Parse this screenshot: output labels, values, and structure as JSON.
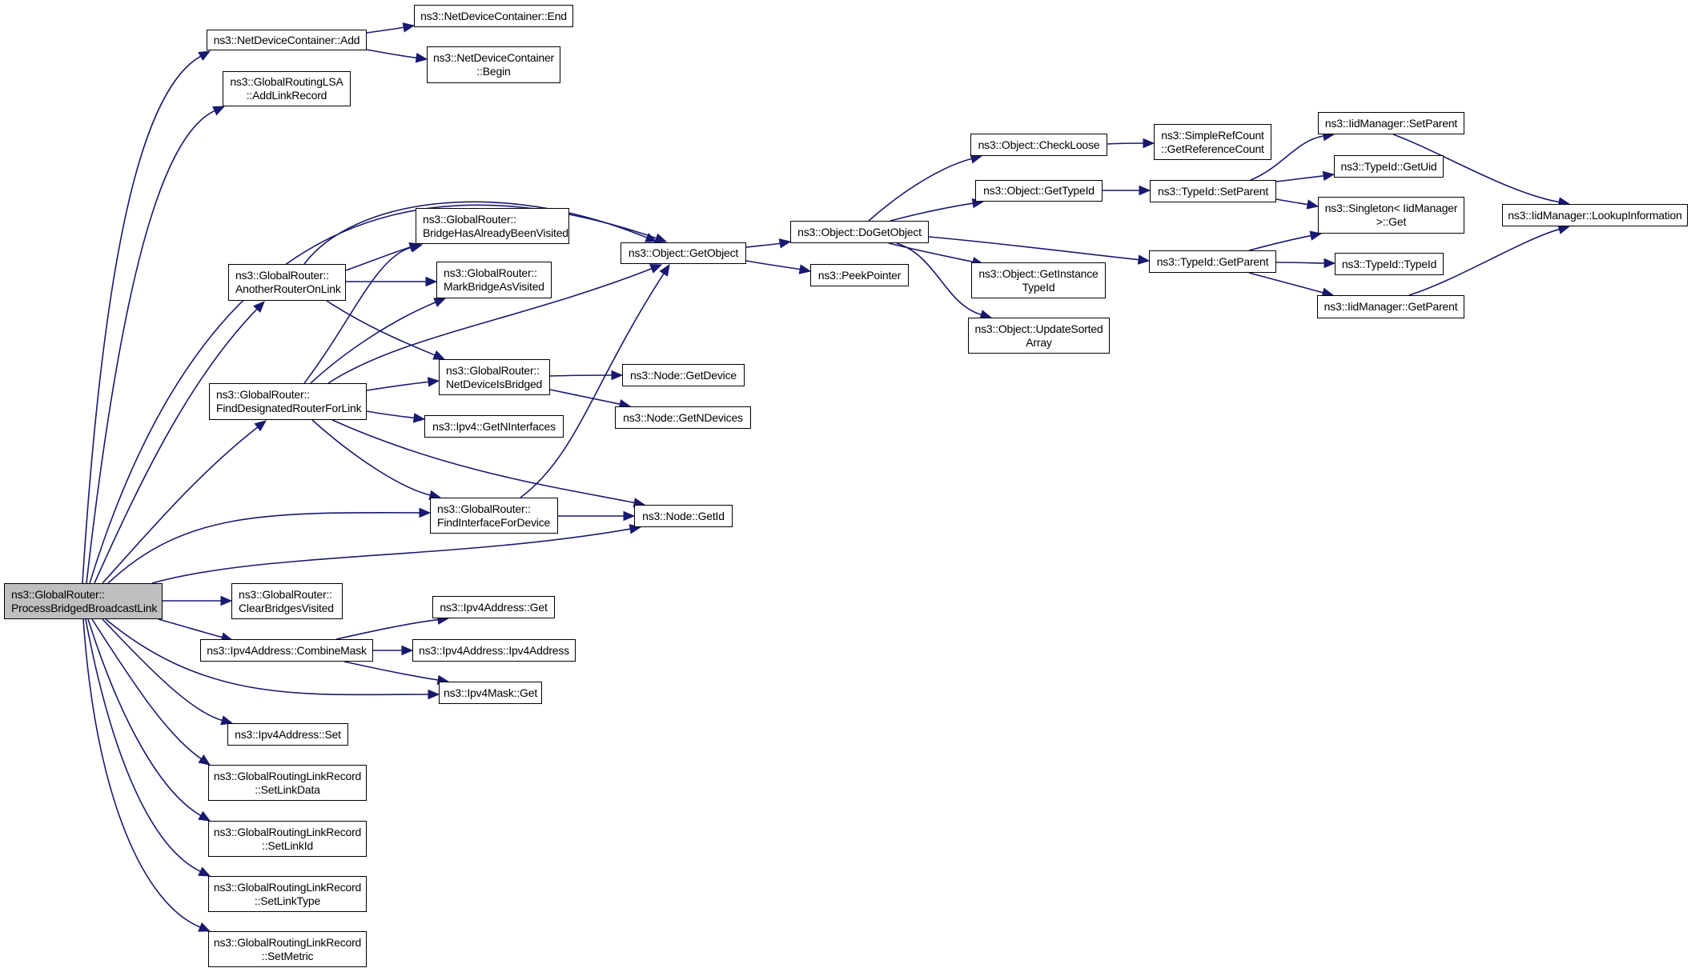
{
  "diagram": {
    "type": "call-graph",
    "root": "ProcessBridgedBroadcastLink",
    "colors": {
      "edge": "#191970",
      "root_fill": "#bfbfbf",
      "node_fill": "#ffffff",
      "border": "#000000"
    },
    "nodes": [
      {
        "id": "ProcessBridgedBroadcastLink",
        "lines": [
          "ns3::GlobalRouter::",
          "ProcessBridgedBroadcastLink"
        ],
        "root": true
      },
      {
        "id": "NDC_Add",
        "lines": [
          "ns3::NetDeviceContainer::Add"
        ]
      },
      {
        "id": "NDC_End",
        "lines": [
          "ns3::NetDeviceContainer::End"
        ]
      },
      {
        "id": "NDC_Begin",
        "lines": [
          "ns3::NetDeviceContainer",
          "::Begin"
        ]
      },
      {
        "id": "AddLinkRecord",
        "lines": [
          "ns3::GlobalRoutingLSA",
          "::AddLinkRecord"
        ]
      },
      {
        "id": "BridgeHasAlreadyBeenVisited",
        "lines": [
          "ns3::GlobalRouter::",
          "BridgeHasAlreadyBeenVisited"
        ]
      },
      {
        "id": "AnotherRouterOnLink",
        "lines": [
          "ns3::GlobalRouter::",
          "AnotherRouterOnLink"
        ]
      },
      {
        "id": "MarkBridgeAsVisited",
        "lines": [
          "ns3::GlobalRouter::",
          "MarkBridgeAsVisited"
        ]
      },
      {
        "id": "GetObject",
        "lines": [
          "ns3::Object::GetObject"
        ]
      },
      {
        "id": "DoGetObject",
        "lines": [
          "ns3::Object::DoGetObject"
        ]
      },
      {
        "id": "PeekPointer",
        "lines": [
          "ns3::PeekPointer"
        ]
      },
      {
        "id": "CheckLoose",
        "lines": [
          "ns3::Object::CheckLoose"
        ]
      },
      {
        "id": "GetReferenceCount",
        "lines": [
          "ns3::SimpleRefCount",
          "::GetReferenceCount"
        ]
      },
      {
        "id": "Object_GetTypeId",
        "lines": [
          "ns3::Object::GetTypeId"
        ]
      },
      {
        "id": "TypeId_SetParent",
        "lines": [
          "ns3::TypeId::SetParent"
        ]
      },
      {
        "id": "IidManager_SetParent",
        "lines": [
          "ns3::IidManager::SetParent"
        ]
      },
      {
        "id": "TypeId_GetUid",
        "lines": [
          "ns3::TypeId::GetUid"
        ]
      },
      {
        "id": "Singleton_Get",
        "lines": [
          "ns3::Singleton< IidManager",
          ">::Get"
        ]
      },
      {
        "id": "LookupInformation",
        "lines": [
          "ns3::IidManager::LookupInformation"
        ]
      },
      {
        "id": "TypeId_GetParent",
        "lines": [
          "ns3::TypeId::GetParent"
        ]
      },
      {
        "id": "TypeId_TypeId",
        "lines": [
          "ns3::TypeId::TypeId"
        ]
      },
      {
        "id": "IidManager_GetParent",
        "lines": [
          "ns3::IidManager::GetParent"
        ]
      },
      {
        "id": "GetInstanceTypeId",
        "lines": [
          "ns3::Object::GetInstance",
          "TypeId"
        ]
      },
      {
        "id": "UpdateSortedArray",
        "lines": [
          "ns3::Object::UpdateSorted",
          "Array"
        ]
      },
      {
        "id": "FindDesignatedRouterForLink",
        "lines": [
          "ns3::GlobalRouter::",
          "FindDesignatedRouterForLink"
        ]
      },
      {
        "id": "NetDeviceIsBridged",
        "lines": [
          "ns3::GlobalRouter::",
          "NetDeviceIsBridged"
        ]
      },
      {
        "id": "GetNInterfaces",
        "lines": [
          "ns3::Ipv4::GetNInterfaces"
        ]
      },
      {
        "id": "Node_GetDevice",
        "lines": [
          "ns3::Node::GetDevice"
        ]
      },
      {
        "id": "Node_GetNDevices",
        "lines": [
          "ns3::Node::GetNDevices"
        ]
      },
      {
        "id": "FindInterfaceForDevice",
        "lines": [
          "ns3::GlobalRouter::",
          "FindInterfaceForDevice"
        ]
      },
      {
        "id": "Node_GetId",
        "lines": [
          "ns3::Node::GetId"
        ]
      },
      {
        "id": "ClearBridgesVisited",
        "lines": [
          "ns3::GlobalRouter::",
          "ClearBridgesVisited"
        ]
      },
      {
        "id": "Ipv4Address_Get",
        "lines": [
          "ns3::Ipv4Address::Get"
        ]
      },
      {
        "id": "CombineMask",
        "lines": [
          "ns3::Ipv4Address::CombineMask"
        ]
      },
      {
        "id": "Ipv4Address_Ctor",
        "lines": [
          "ns3::Ipv4Address::Ipv4Address"
        ]
      },
      {
        "id": "Ipv4Mask_Get",
        "lines": [
          "ns3::Ipv4Mask::Get"
        ]
      },
      {
        "id": "Ipv4Address_Set",
        "lines": [
          "ns3::Ipv4Address::Set"
        ]
      },
      {
        "id": "SetLinkData",
        "lines": [
          "ns3::GlobalRoutingLinkRecord",
          "::SetLinkData"
        ]
      },
      {
        "id": "SetLinkId",
        "lines": [
          "ns3::GlobalRoutingLinkRecord",
          "::SetLinkId"
        ]
      },
      {
        "id": "SetLinkType",
        "lines": [
          "ns3::GlobalRoutingLinkRecord",
          "::SetLinkType"
        ]
      },
      {
        "id": "SetMetric",
        "lines": [
          "ns3::GlobalRoutingLinkRecord",
          "::SetMetric"
        ]
      }
    ],
    "edges": [
      [
        "ProcessBridgedBroadcastLink",
        "NDC_Add"
      ],
      [
        "ProcessBridgedBroadcastLink",
        "AddLinkRecord"
      ],
      [
        "ProcessBridgedBroadcastLink",
        "GetObject"
      ],
      [
        "ProcessBridgedBroadcastLink",
        "AnotherRouterOnLink"
      ],
      [
        "ProcessBridgedBroadcastLink",
        "FindDesignatedRouterForLink"
      ],
      [
        "ProcessBridgedBroadcastLink",
        "FindInterfaceForDevice"
      ],
      [
        "ProcessBridgedBroadcastLink",
        "Node_GetId"
      ],
      [
        "ProcessBridgedBroadcastLink",
        "ClearBridgesVisited"
      ],
      [
        "ProcessBridgedBroadcastLink",
        "CombineMask"
      ],
      [
        "ProcessBridgedBroadcastLink",
        "Ipv4Mask_Get"
      ],
      [
        "ProcessBridgedBroadcastLink",
        "Ipv4Address_Set"
      ],
      [
        "ProcessBridgedBroadcastLink",
        "SetLinkData"
      ],
      [
        "ProcessBridgedBroadcastLink",
        "SetLinkId"
      ],
      [
        "ProcessBridgedBroadcastLink",
        "SetLinkType"
      ],
      [
        "ProcessBridgedBroadcastLink",
        "SetMetric"
      ],
      [
        "NDC_Add",
        "NDC_End"
      ],
      [
        "NDC_Add",
        "NDC_Begin"
      ],
      [
        "AnotherRouterOnLink",
        "GetObject"
      ],
      [
        "AnotherRouterOnLink",
        "BridgeHasAlreadyBeenVisited"
      ],
      [
        "AnotherRouterOnLink",
        "MarkBridgeAsVisited"
      ],
      [
        "AnotherRouterOnLink",
        "NetDeviceIsBridged"
      ],
      [
        "FindDesignatedRouterForLink",
        "BridgeHasAlreadyBeenVisited"
      ],
      [
        "FindDesignatedRouterForLink",
        "MarkBridgeAsVisited"
      ],
      [
        "FindDesignatedRouterForLink",
        "GetObject"
      ],
      [
        "FindDesignatedRouterForLink",
        "NetDeviceIsBridged"
      ],
      [
        "FindDesignatedRouterForLink",
        "GetNInterfaces"
      ],
      [
        "FindDesignatedRouterForLink",
        "FindInterfaceForDevice"
      ],
      [
        "FindDesignatedRouterForLink",
        "Node_GetId"
      ],
      [
        "FindInterfaceForDevice",
        "GetObject"
      ],
      [
        "FindInterfaceForDevice",
        "Node_GetId"
      ],
      [
        "NetDeviceIsBridged",
        "Node_GetDevice"
      ],
      [
        "NetDeviceIsBridged",
        "Node_GetNDevices"
      ],
      [
        "GetObject",
        "DoGetObject"
      ],
      [
        "GetObject",
        "PeekPointer"
      ],
      [
        "DoGetObject",
        "CheckLoose"
      ],
      [
        "DoGetObject",
        "Object_GetTypeId"
      ],
      [
        "DoGetObject",
        "TypeId_GetParent"
      ],
      [
        "DoGetObject",
        "GetInstanceTypeId"
      ],
      [
        "DoGetObject",
        "UpdateSortedArray"
      ],
      [
        "CheckLoose",
        "GetReferenceCount"
      ],
      [
        "Object_GetTypeId",
        "TypeId_SetParent"
      ],
      [
        "TypeId_SetParent",
        "IidManager_SetParent"
      ],
      [
        "TypeId_SetParent",
        "TypeId_GetUid"
      ],
      [
        "TypeId_SetParent",
        "Singleton_Get"
      ],
      [
        "TypeId_GetParent",
        "Singleton_Get"
      ],
      [
        "TypeId_GetParent",
        "TypeId_TypeId"
      ],
      [
        "TypeId_GetParent",
        "IidManager_GetParent"
      ],
      [
        "IidManager_SetParent",
        "LookupInformation"
      ],
      [
        "IidManager_GetParent",
        "LookupInformation"
      ],
      [
        "CombineMask",
        "Ipv4Address_Get"
      ],
      [
        "CombineMask",
        "Ipv4Address_Ctor"
      ],
      [
        "CombineMask",
        "Ipv4Mask_Get"
      ]
    ]
  }
}
